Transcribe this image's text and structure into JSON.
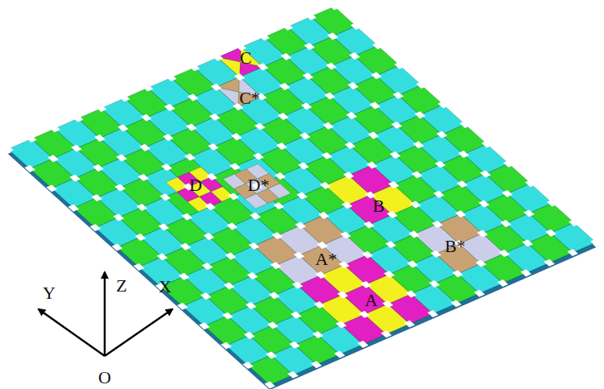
{
  "diagram": {
    "labels": [
      "C",
      "C*",
      "D",
      "D*",
      "B",
      "A*",
      "B*",
      "A",
      "Z",
      "Y",
      "X",
      "O"
    ]
  }
}
